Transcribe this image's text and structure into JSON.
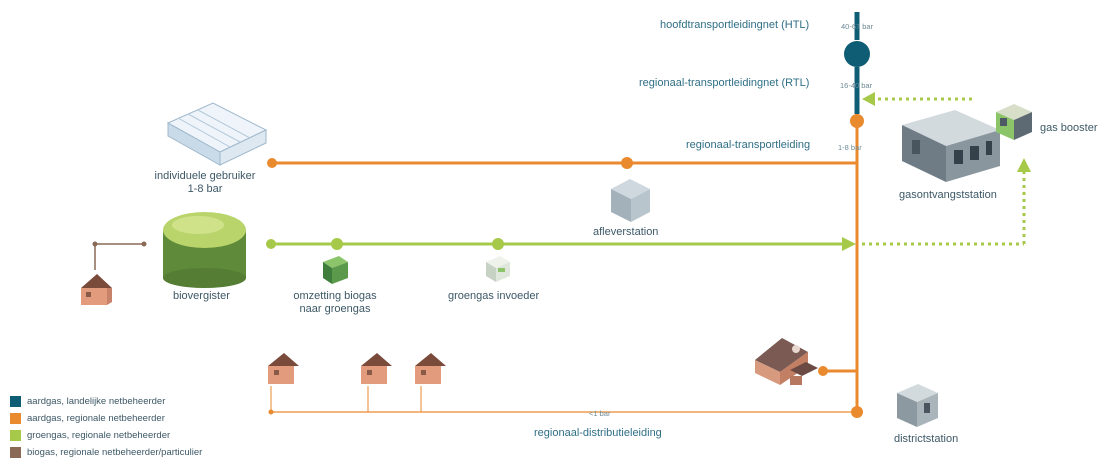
{
  "labels": {
    "htl": "hoofdtransportleidingnet (HTL)",
    "htl_pressure": "40-67 bar",
    "rtl": "regionaal-transportleidingnet (RTL)",
    "rtl_pressure": "16-40 bar",
    "rt_leiding": "regionaal-transportleiding",
    "rt_pressure": "1-8 bar",
    "gas_booster": "gas booster",
    "gasontvangststation": "gasontvangststation",
    "individuele_gebruiker": "individuele gebruiker",
    "individuele_pressure": "1-8 bar",
    "afleverstation": "afleverstation",
    "biovergister": "biovergister",
    "omzetting_line1": "omzetting biogas",
    "omzetting_line2": "naar groengas",
    "groengas_invoeder": "groengas invoeder",
    "distributie_pressure": "<1 bar",
    "distributieleiding": "regionaal-distributieleiding",
    "districtstation": "districtstation"
  },
  "legend": [
    {
      "label": "aardgas, landelijke netbeheerder",
      "color": "#0f5c75"
    },
    {
      "label": "aardgas, regionale netbeheerder",
      "color": "#e98a2f"
    },
    {
      "label": "groengas, regionale netbeheerder",
      "color": "#a6c94a"
    },
    {
      "label": "biogas, regionale netbeheerder/particulier",
      "color": "#8a6a56"
    }
  ],
  "colors": {
    "landelijk": "#0f5c75",
    "regionaal": "#e98a2f",
    "groengas": "#a6c94a",
    "biogas": "#8a6a56"
  }
}
